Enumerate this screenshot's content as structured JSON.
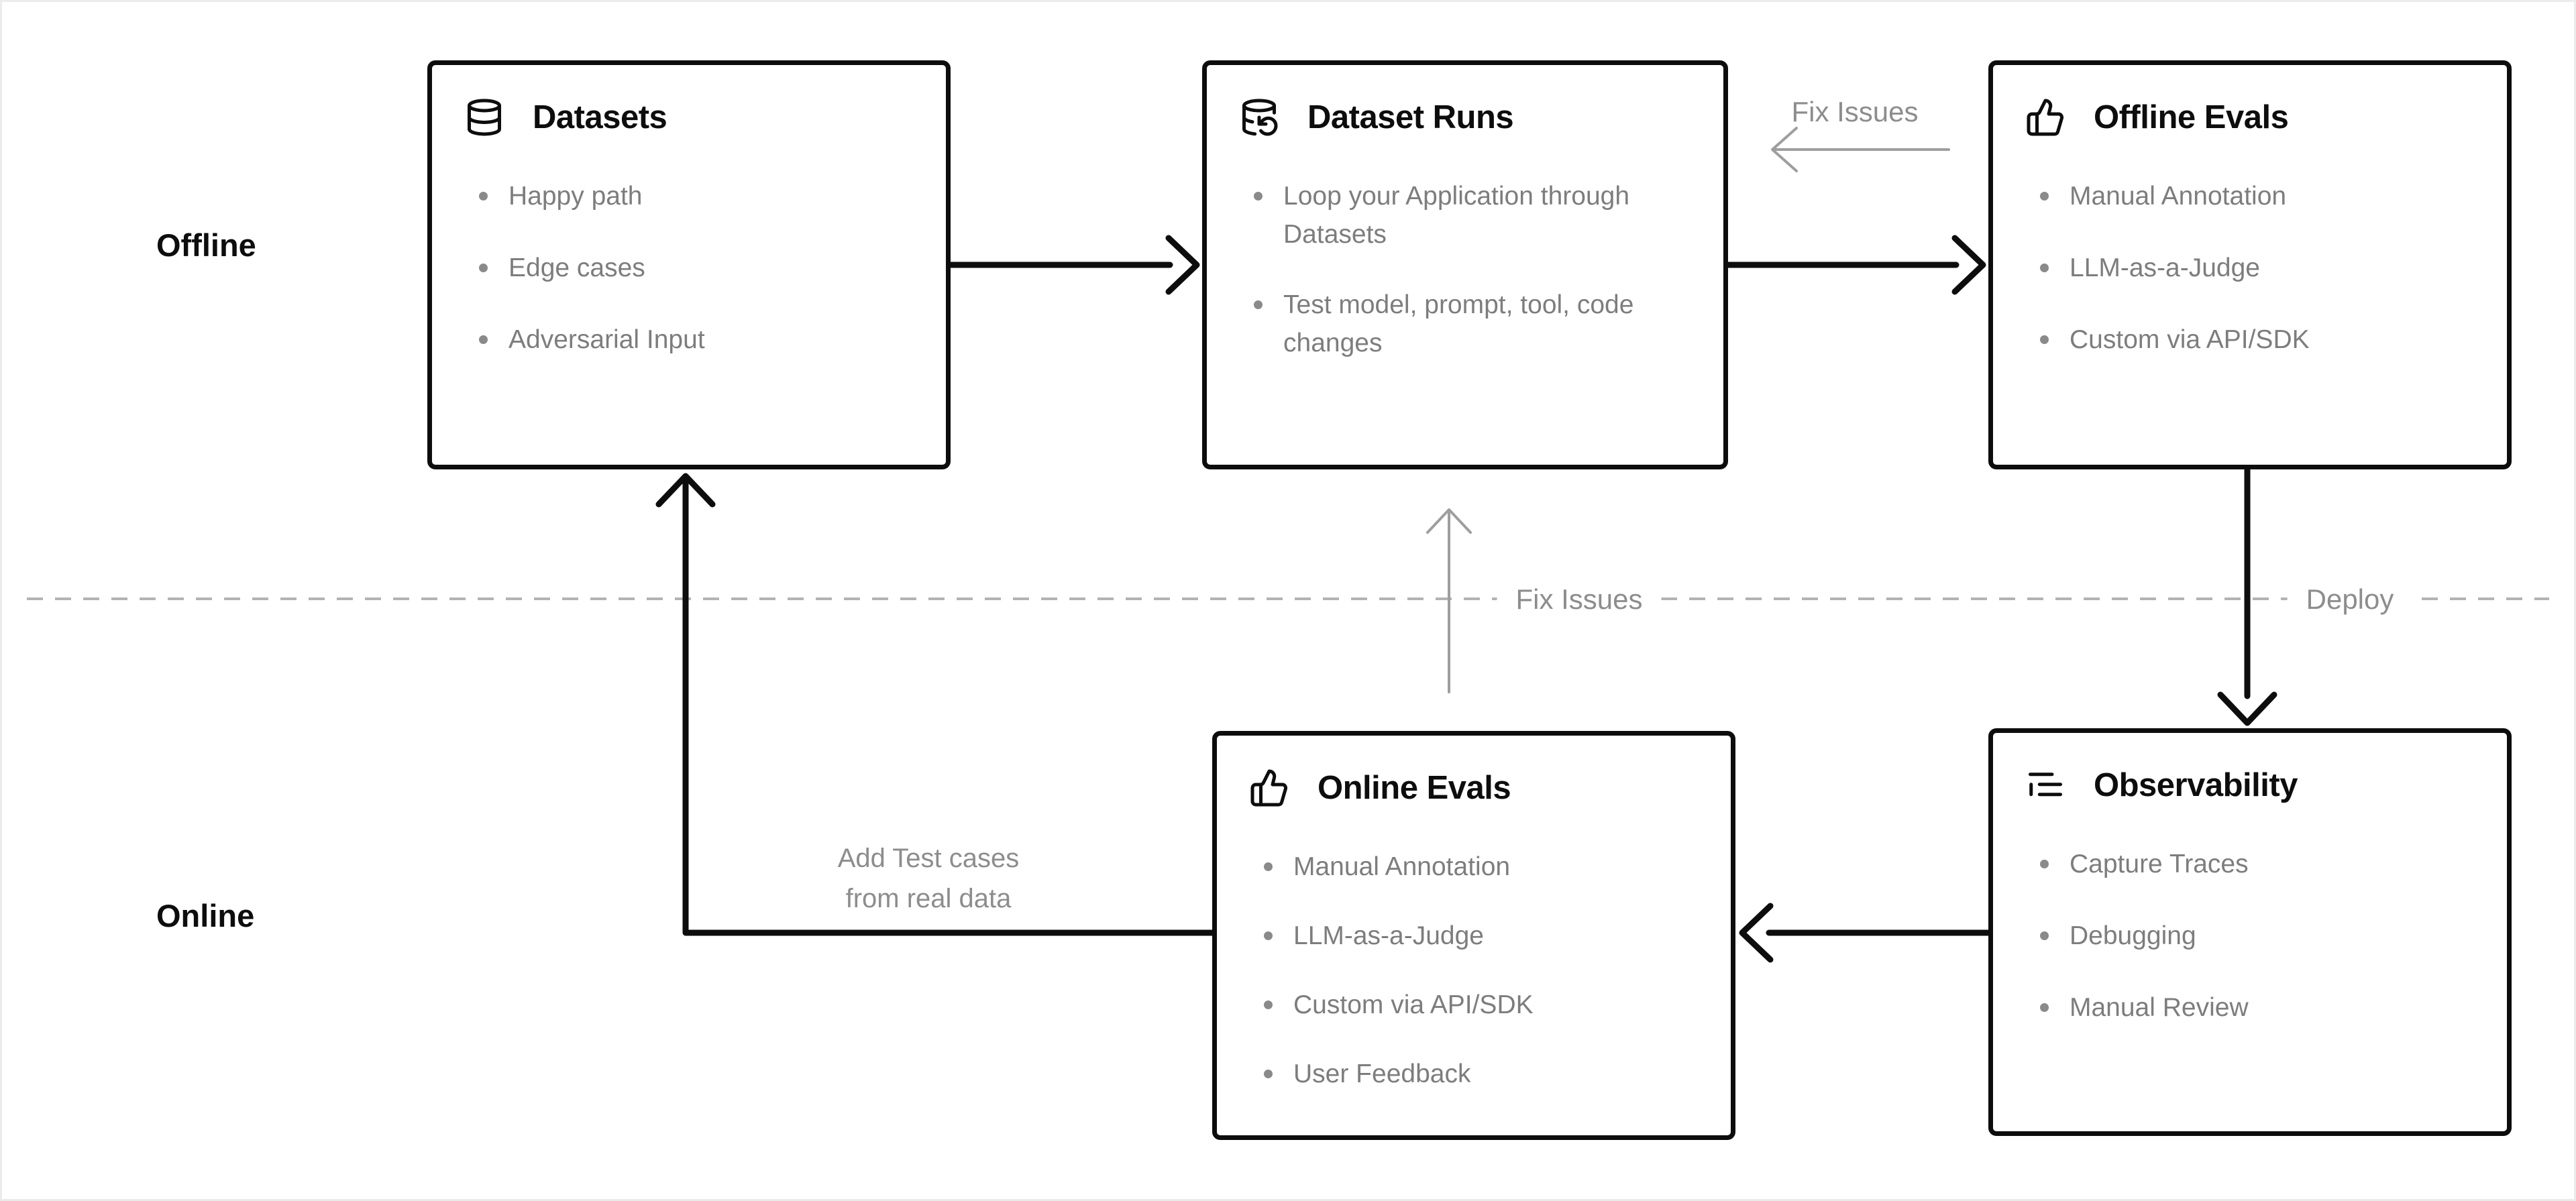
{
  "lanes": {
    "offline": "Offline",
    "online": "Online"
  },
  "boxes": [
    {
      "id": "datasets",
      "icon": "database-icon",
      "title": "Datasets",
      "items": [
        "Happy path",
        "Edge cases",
        "Adversarial Input"
      ]
    },
    {
      "id": "dataset-runs",
      "icon": "database-refresh-icon",
      "title": "Dataset Runs",
      "items": [
        "Loop your Application through Datasets",
        "Test model, prompt, tool, code changes"
      ]
    },
    {
      "id": "offline-evals",
      "icon": "thumbs-up-icon",
      "title": "Offline Evals",
      "items": [
        "Manual Annotation",
        "LLM-as-a-Judge",
        "Custom via API/SDK"
      ]
    },
    {
      "id": "online-evals",
      "icon": "thumbs-up-icon",
      "title": "Online Evals",
      "items": [
        "Manual Annotation",
        "LLM-as-a-Judge",
        "Custom via API/SDK",
        "User Feedback"
      ]
    },
    {
      "id": "observability",
      "icon": "list-tree-icon",
      "title": "Observability",
      "items": [
        "Capture Traces",
        "Debugging",
        "Manual Review"
      ]
    }
  ],
  "annotations": {
    "fix_issues_top": "Fix Issues",
    "fix_issues_middle": "Fix Issues",
    "deploy": "Deploy",
    "add_test_cases_line1": "Add Test cases",
    "add_test_cases_line2": "from real data"
  },
  "colors": {
    "box_border": "#0d0d0d",
    "title_text": "#0d0d0d",
    "bullet_text": "#7d7d7d",
    "annotation_text": "#8d8d8d",
    "dashed_line": "#b3b3b3",
    "arrow_black": "#0d0d0d",
    "arrow_gray": "#9e9e9e",
    "background": "#ffffff"
  }
}
